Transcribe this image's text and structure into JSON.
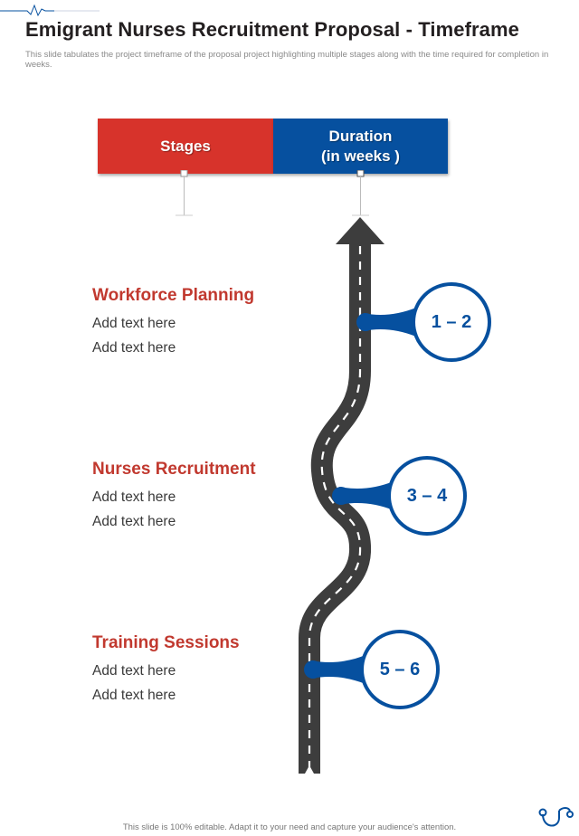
{
  "title": "Emigrant Nurses Recruitment Proposal - Timeframe",
  "subtitle": "This slide tabulates the project timeframe of the proposal project highlighting multiple stages along with the time required for completion in weeks.",
  "header": {
    "stages_label": "Stages",
    "duration_line1": "Duration",
    "duration_line2": "(in weeks )"
  },
  "stages": [
    {
      "title": "Workforce Planning",
      "line1": "Add text here",
      "line2": "Add text here",
      "duration": "1 – 2"
    },
    {
      "title": "Nurses Recruitment",
      "line1": "Add text here",
      "line2": "Add text here",
      "duration": "3 – 4"
    },
    {
      "title": "Training Sessions",
      "line1": "Add text here",
      "line2": "Add text here",
      "duration": "5 – 6"
    }
  ],
  "footer": "This slide is 100% editable. Adapt it to your need and capture your audience's attention.",
  "colors": {
    "red": "#d7332b",
    "blue": "#06509f",
    "road": "#3d3d3d",
    "stage_title": "#c1392f"
  },
  "icons": [
    "heartbeat-line-icon",
    "stethoscope-icon",
    "road-arrow-icon"
  ]
}
